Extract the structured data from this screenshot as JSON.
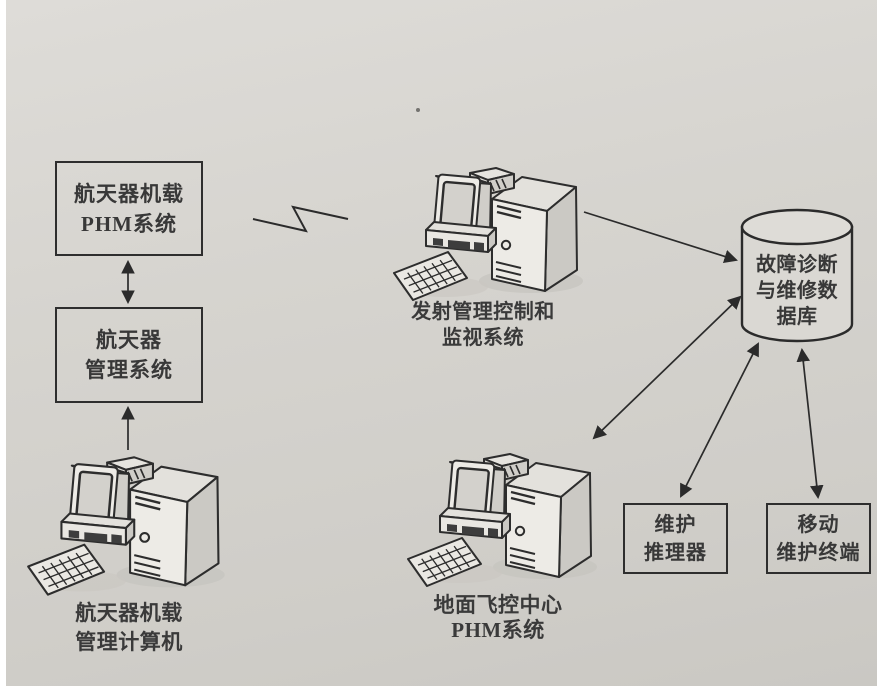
{
  "colors": {
    "paper": "#d6d4cf",
    "ink": "#2b2b2b"
  },
  "nodes": {
    "onboard_phm": {
      "lines": [
        "航天器机载",
        "PHM系统"
      ]
    },
    "spacecraft_mgmt": {
      "lines": [
        "航天器",
        "管理系统"
      ]
    },
    "maintenance_reasoner": {
      "lines": [
        "维护",
        "推理器"
      ]
    },
    "mobile_terminal": {
      "lines": [
        "移动",
        "维护终端"
      ]
    },
    "database": {
      "lines": [
        "故障诊断",
        "与维修数",
        "据库"
      ]
    }
  },
  "captions": {
    "launch_control": {
      "lines": [
        "发射管理控制和",
        "监视系统"
      ]
    },
    "ground_phm": {
      "lines": [
        "地面飞控中心",
        "PHM系统"
      ]
    },
    "onboard_computer": {
      "lines": [
        "航天器机载",
        "管理计算机"
      ]
    }
  },
  "connections": [
    {
      "from": "onboard-phm-system",
      "to": "spacecraft-mgmt-system",
      "type": "double-arrow"
    },
    {
      "from": "onboard-mgmt-computer",
      "to": "spacecraft-mgmt-system",
      "type": "arrow"
    },
    {
      "from": "onboard-phm-system",
      "to": "launch-control-system",
      "type": "wireless-zigzag"
    },
    {
      "from": "launch-control-system",
      "to": "database",
      "type": "arrow"
    },
    {
      "from": "ground-phm-system",
      "to": "database",
      "type": "double-arrow"
    },
    {
      "from": "maintenance-reasoner",
      "to": "database",
      "type": "double-arrow"
    },
    {
      "from": "mobile-maintenance-terminal",
      "to": "database",
      "type": "double-arrow"
    }
  ]
}
